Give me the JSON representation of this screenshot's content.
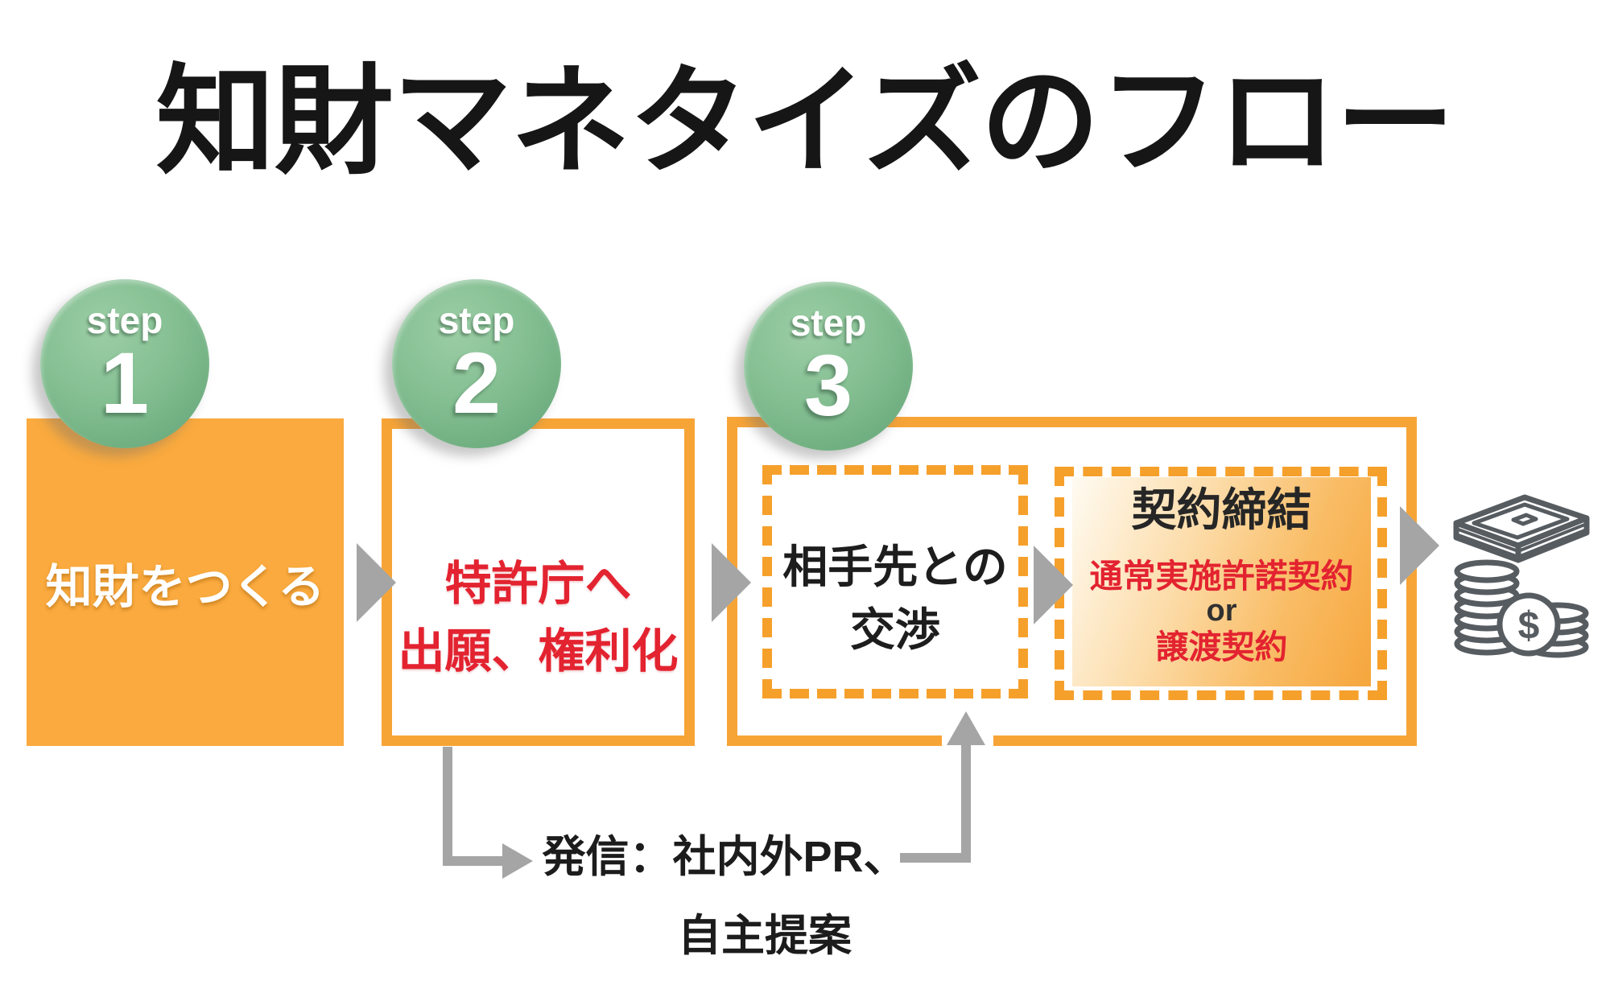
{
  "title": "知財マネタイズのフロー",
  "colors": {
    "orange_border": "#F7A437",
    "orange_fill": "#FAAA3E",
    "green_badge": "#7DBA8A",
    "red_text": "#E32330",
    "arrow_gray": "#A5A5A5",
    "text_dark": "#1C1C1C"
  },
  "steps": [
    {
      "badge_label": "step",
      "number": "1",
      "text": "知財をつくる"
    },
    {
      "badge_label": "step",
      "number": "2",
      "line1": "特許庁へ",
      "line2": "出願、権利化"
    },
    {
      "badge_label": "step",
      "number": "3"
    }
  ],
  "step3": {
    "negotiation": {
      "line1": "相手先との",
      "line2": "交渉"
    },
    "contract": {
      "title": "契約締結",
      "option1": "通常実施許諾契約",
      "separator": "or",
      "option2": "譲渡契約"
    }
  },
  "note": {
    "line1": "発信：社内外PR、",
    "line2": "自主提案"
  },
  "icons": {
    "money": "money-stack-icon"
  }
}
